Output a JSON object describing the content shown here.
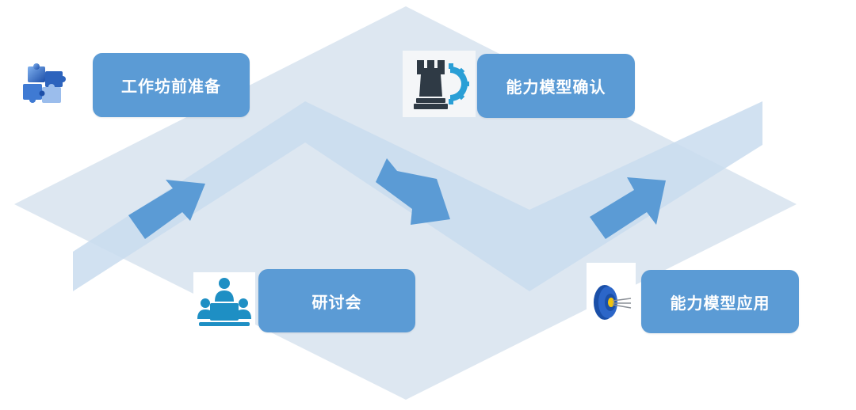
{
  "steps": [
    {
      "label": "工作坊前准备",
      "icon": "puzzle-icon"
    },
    {
      "label": "能力模型确认",
      "icon": "chess-rook-gear-icon"
    },
    {
      "label": "研讨会",
      "icon": "meeting-icon"
    },
    {
      "label": "能力模型应用",
      "icon": "target-icon"
    }
  ],
  "colors": {
    "box": "#5b9bd5",
    "box_text": "#ffffff",
    "diamond": "#dde7f1",
    "band": "#c9dcee",
    "arrow": "#5b9bd5"
  }
}
